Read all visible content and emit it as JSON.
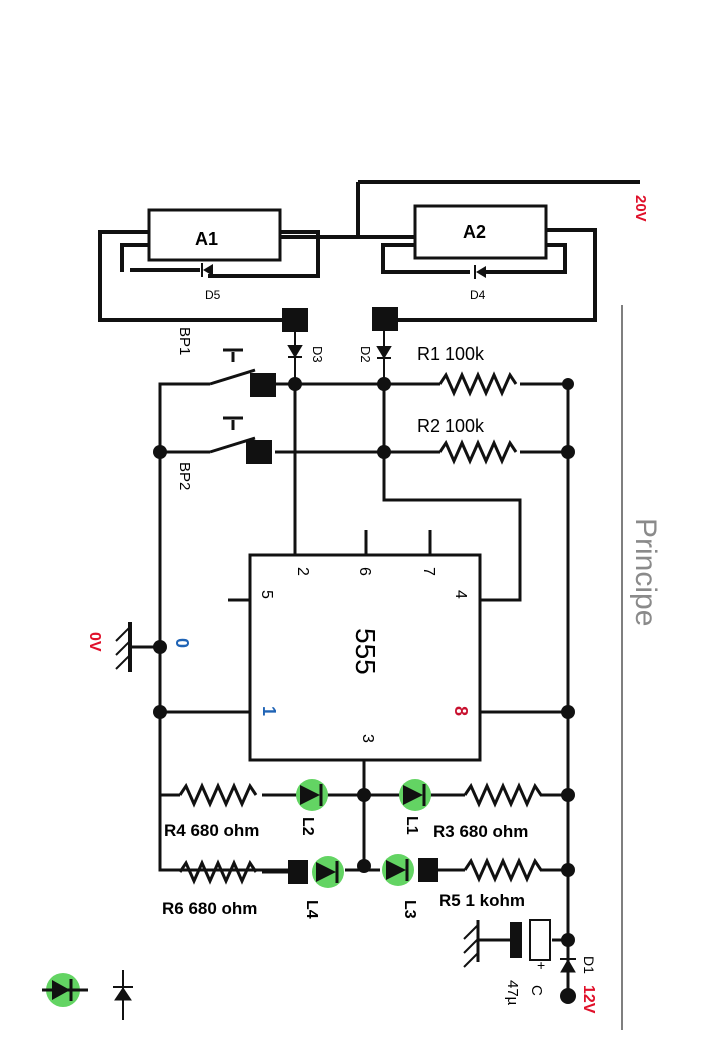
{
  "labels": {
    "a1": "A1",
    "a2": "A2",
    "d5": "D5",
    "d4": "D4",
    "d3": "D3",
    "d2": "D2",
    "d1": "D1",
    "bp1": "BP1",
    "bp2": "BP2",
    "r1": "R1  100k",
    "r2": "R2  100k",
    "r3": "R3 680 ohm",
    "r4": "R4 680 ohm",
    "r5": "R5 1 kohm",
    "r6": "R6 680 ohm",
    "l1": "L1",
    "l2": "L2",
    "l3": "L3",
    "l4": "L4",
    "cap": "C",
    "cap_value": "47µ",
    "plus": "+",
    "ic": "555",
    "pin1": "1",
    "pin2": "2",
    "pin3": "3",
    "pin4": "4",
    "pin5": "5",
    "pin6": "6",
    "pin7": "7",
    "pin8": "8",
    "pin0": "0",
    "v20": "20V",
    "v0": "0V",
    "v12": "12V",
    "side_title": "Principe"
  },
  "colors": {
    "wire": "#111111",
    "voltage": "#e0102a",
    "pin_blue": "#1f63b5",
    "pin_red": "#c8102e",
    "led_fill": "#63d463",
    "side_title": "#8a8a8a"
  }
}
